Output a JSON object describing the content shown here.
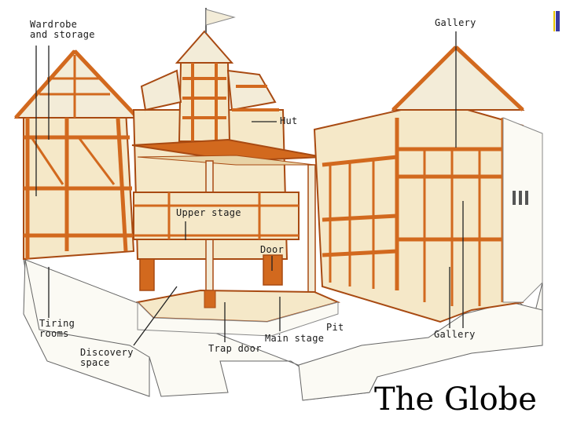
{
  "labels": {
    "wardrobe": "Wardrobe\nand storage",
    "gallery_top": "Gallery",
    "hut": "Hut",
    "upper_stage": "Upper stage",
    "door": "Door",
    "tiring": "Tiring\nrooms",
    "discovery": "Discovery\nspace",
    "trap_door": "Trap door",
    "main_stage": "Main stage",
    "pit": "Pit",
    "gallery_bottom": "Gallery"
  },
  "title": "The Globe",
  "colors": {
    "timber": "#d2691e",
    "timber_dark": "#a84a12",
    "plaster": "#f5e8c8",
    "plaster_shade": "#e8d3a6",
    "roof": "#f3ecd8",
    "wall_white": "#fbfaf4",
    "accent_yellow": "#e8c400",
    "accent_blue": "#3a3aa0"
  }
}
